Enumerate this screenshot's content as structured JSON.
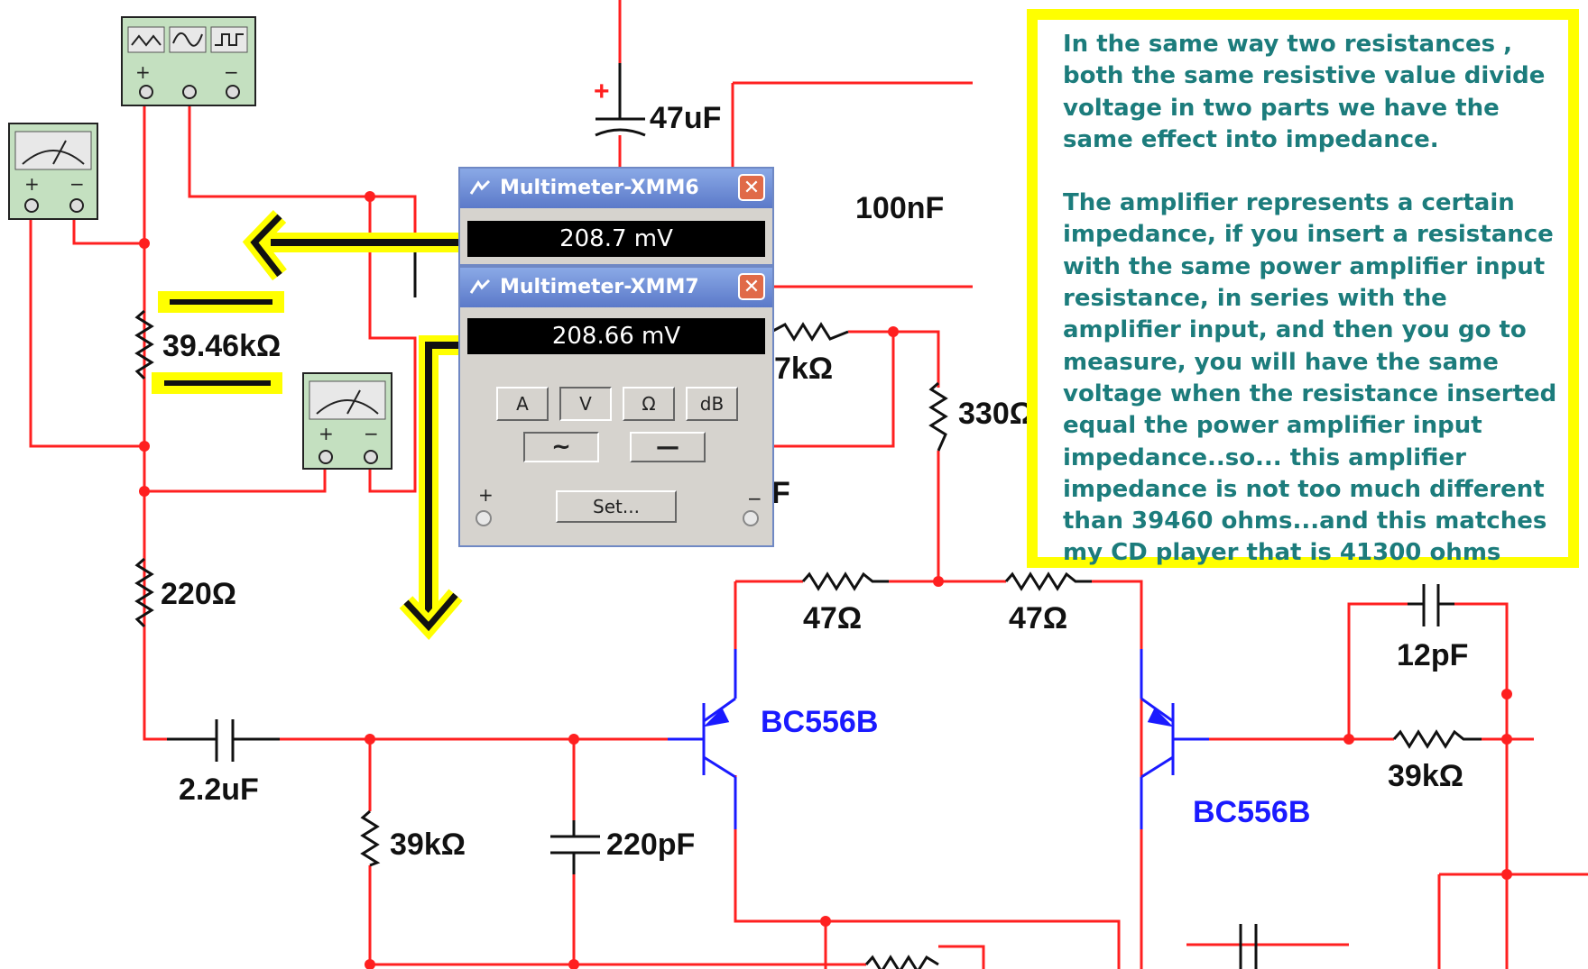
{
  "annotation": {
    "paragraphs": [
      "In the same way two resistances , both the same resistive value divide voltage in two parts we have the same effect into impedance.",
      "The amplifier represents a certain impedance, if you insert a resistance with the same power amplifier input resistance, in series with the amplifier input, and then you go to measure, you will have the same voltage when the resistance inserted equal the power amplifier input impedance..so... this amplifier impedance is not too much different than 39460 ohms...and this matches my CD player that is 41300 ohms"
    ]
  },
  "multimeter_xmm6": {
    "title": "Multimeter-XMM6",
    "close": "✕",
    "reading": "208.7 mV"
  },
  "multimeter_xmm7": {
    "title": "Multimeter-XMM7",
    "close": "✕",
    "reading": "208.66 mV",
    "modes": [
      "A",
      "V",
      "Ω",
      "dB"
    ],
    "active_mode": "V",
    "coupling": [
      "~",
      "—"
    ],
    "set_label": "Set...",
    "plus": "+",
    "minus": "−"
  },
  "generator": {
    "plus": "+",
    "minus": "−"
  },
  "meter_left": {
    "plus": "+",
    "minus": "−"
  },
  "meter_mid": {
    "plus": "+",
    "minus": "−"
  },
  "components": {
    "c_47uf": "47uF",
    "c_47uf_pol": "+",
    "c_100nf": "100nF",
    "r_39_46k": "39.46kΩ",
    "r_220": "220Ω",
    "c_2_2uf": "2.2uF",
    "r_39k_low": "39kΩ",
    "c_220pf": "220pF",
    "r_47k_partial": "7kΩ",
    "r_330_partial": "330Ω",
    "r_47a": "47Ω",
    "r_47b": "47Ω",
    "q1": "BC556B",
    "q2": "BC556B",
    "c_12pf": "12pF",
    "r_39k_fb": "39kΩ",
    "stray_label": "F"
  },
  "colors": {
    "wire": "#ff2020",
    "highlight": "#ffff00",
    "annotation_text": "#1c7c7c",
    "transistor_label": "#1a1aff"
  }
}
